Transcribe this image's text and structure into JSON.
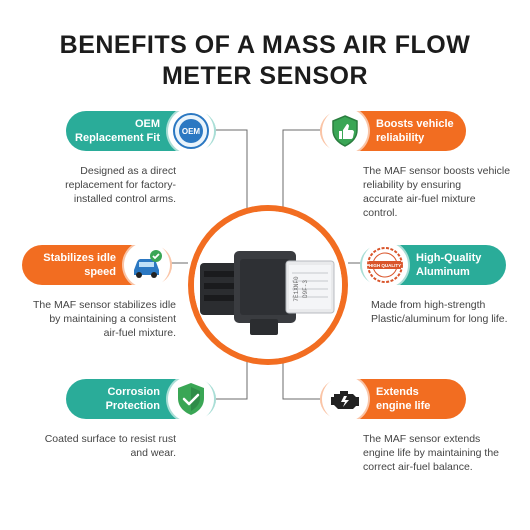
{
  "title": {
    "line1": "BENEFITS OF A MASS AIR FLOW",
    "line2": "METER SENSOR"
  },
  "colors": {
    "teal": "#2aac99",
    "orange": "#f26d21"
  },
  "benefits": [
    {
      "title": "OEM\nReplacement Fit",
      "icon": "oem-badge-icon",
      "badge_text": "OEM",
      "desc": "Designed as a direct\nreplacement for factory-\ninstalled control arms."
    },
    {
      "title": "Boosts vehicle\nreliability",
      "icon": "thumbs-up-shield-icon",
      "desc": "The MAF sensor boosts vehicle\nreliability by ensuring\naccurate air-fuel mixture\ncontrol."
    },
    {
      "title": "Stabilizes idle\nspeed",
      "icon": "car-check-icon",
      "desc": "The MAF sensor stabilizes idle\nby maintaining a consistent\nair-fuel mixture."
    },
    {
      "title": "High-Quality\nAluminum",
      "icon": "high-quality-stamp-icon",
      "badge_text": "HIGH QUALITY",
      "desc": "Made from high-strength\nPlastic/aluminum for long life."
    },
    {
      "title": "Corrosion\nProtection",
      "icon": "shield-check-icon",
      "desc": "Coated surface to resist rust\nand wear."
    },
    {
      "title": "Extends\nengine life",
      "icon": "engine-icon",
      "desc": "The MAF sensor extends\nengine life by maintaining the\ncorrect air-fuel balance."
    }
  ],
  "product": {
    "label_line1": "7E1XNF0",
    "label_line2": "D9F-3"
  }
}
